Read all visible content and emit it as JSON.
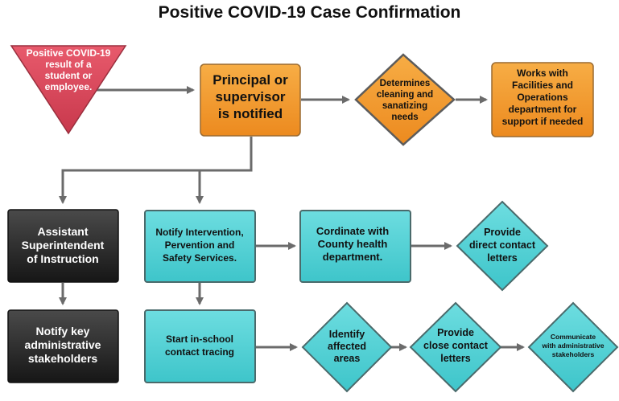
{
  "title": "Positive COVID-19 Case Confirmation",
  "colors": {
    "trigger": "#d9475a",
    "orange": "#f29a2e",
    "orange_stroke": "#9a6a30",
    "teal": "#4fd0d4",
    "teal_stroke": "#4a6a6b",
    "dark": "#2a2a2a",
    "connector": "#6b6b6b"
  },
  "nodes": {
    "positive_result": [
      "Positive COVID-19",
      "result of a",
      "student or",
      "employee."
    ],
    "principal": [
      "Principal or",
      "supervisor",
      "is notified"
    ],
    "cleaning": [
      "Determines",
      "cleaning and",
      "sanatizing",
      "needs"
    ],
    "facilities": [
      "Works with",
      "Facilities and",
      "Operations",
      "department for",
      "support if needed"
    ],
    "asst_super": [
      "Assistant",
      "Superintendent",
      "of Instruction"
    ],
    "notify_key": [
      "Notify key",
      "administrative",
      "stakeholders"
    ],
    "notify_ips": [
      "Notify Intervention,",
      "Pervention and",
      "Safety Services."
    ],
    "county": [
      "Cordinate with",
      "County health",
      "department."
    ],
    "direct_letters": [
      "Provide",
      "direct contact",
      "letters"
    ],
    "contact_tracing": [
      "Start in-school",
      "contact tracing"
    ],
    "affected": [
      "Identify",
      "affected",
      "areas"
    ],
    "close_letters": [
      "Provide",
      "close contact",
      "letters"
    ],
    "communicate": [
      "Communicate",
      "with administrative",
      "stakeholders"
    ]
  }
}
